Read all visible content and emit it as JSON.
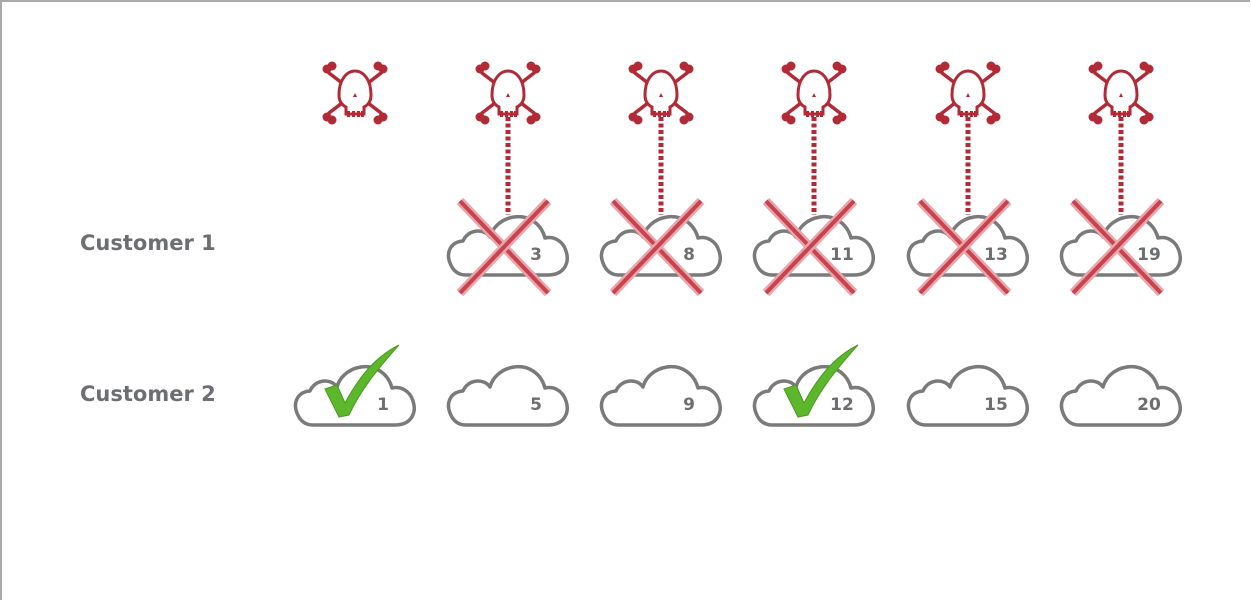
{
  "rows": [
    {
      "label": "Customer 1",
      "numbers": [
        "3",
        "8",
        "11",
        "13",
        "19"
      ]
    },
    {
      "label": "Customer 2",
      "numbers": [
        "1",
        "5",
        "9",
        "12",
        "15",
        "20"
      ]
    }
  ],
  "colors": {
    "threat": "#b12a36",
    "cloud_outline": "#7a7a7a",
    "check": "#5cb82a",
    "cross": "#c9424e",
    "label": "#6d6e71",
    "frame": "#a9a9a9"
  },
  "icons": {
    "attacker": "skull-crossbones-icon",
    "compromised": "x-mark-icon",
    "healthy": "checkmark-icon",
    "server": "cloud-icon"
  },
  "checked": [
    "1",
    "12"
  ]
}
